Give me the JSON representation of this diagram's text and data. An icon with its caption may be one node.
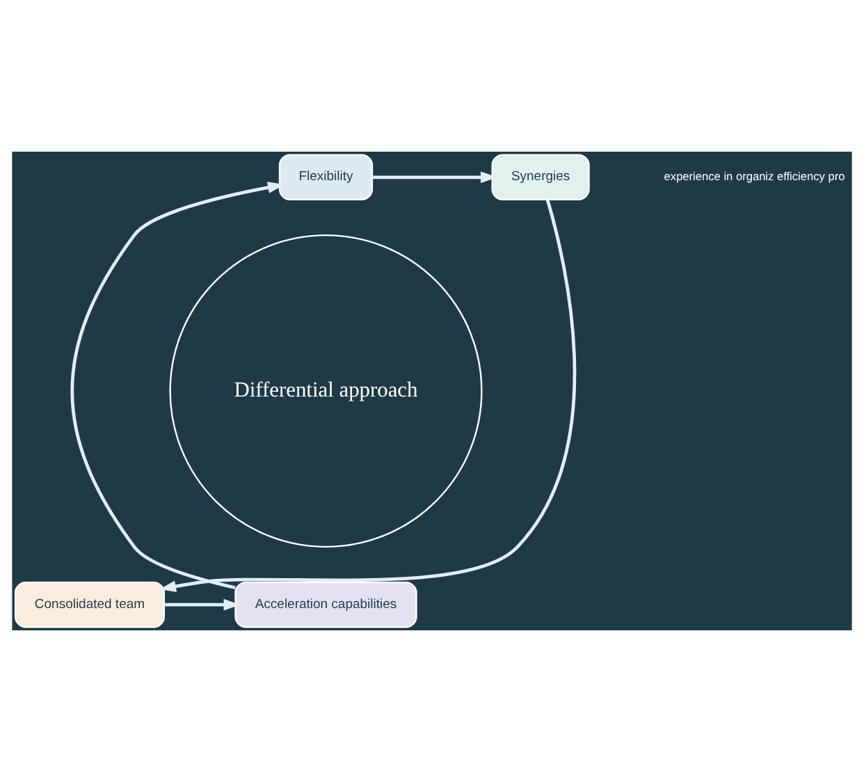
{
  "diagram": {
    "nodes": [
      {
        "text": [
          "Flexibility"
        ]
      },
      {
        "text": [
          "Synergies"
        ]
      },
      {
        "text": [
          "Consolidated team"
        ]
      },
      {
        "text": [
          "Acceleration capabilities"
        ]
      },
      {
        "text": [
          "Differential approach"
        ]
      }
    ],
    "edges": [
      {
        "from": 0,
        "to": 1,
        "arrow": "to"
      },
      {
        "from": 1,
        "to": 2,
        "arrow": "to"
      },
      {
        "from": 2,
        "to": 3,
        "arrow": "to"
      },
      {
        "from": 3,
        "to": 0,
        "arrow": "to"
      }
    ],
    "labels": [
      "experience in organiz efficiency pro"
    ]
  }
}
